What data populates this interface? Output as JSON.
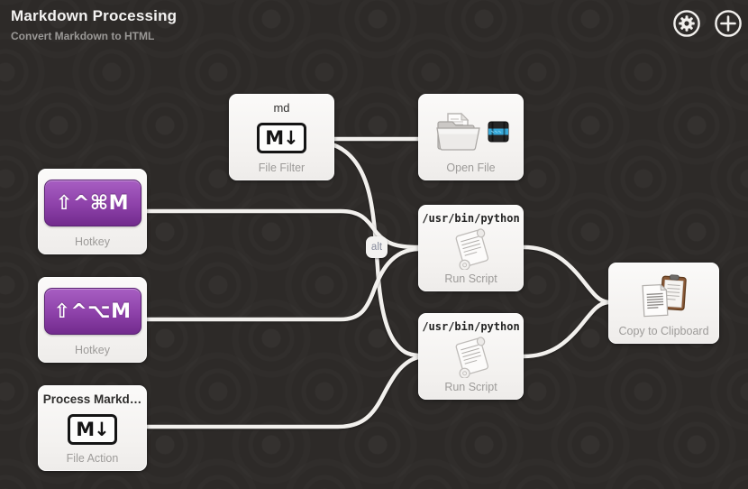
{
  "header": {
    "title": "Markdown Processing",
    "subtitle": "Convert Markdown to HTML"
  },
  "toolbar": {
    "settings_icon": "gear-icon",
    "add_icon": "plus-icon"
  },
  "icons": {
    "markdown_glyph": "M↓"
  },
  "nodes": {
    "file_filter": {
      "top_text": "md",
      "label": "File Filter",
      "icon": "markdown-icon"
    },
    "open_file": {
      "label": "Open File",
      "icon": "folder-icon"
    },
    "hotkey_1": {
      "keys": "⇧^⌘M",
      "label": "Hotkey"
    },
    "run_script_1": {
      "top_text": "/usr/bin/python",
      "label": "Run Script",
      "icon": "scroll-icon"
    },
    "hotkey_2": {
      "keys": "⇧^⌥M",
      "label": "Hotkey"
    },
    "run_script_2": {
      "top_text": "/usr/bin/python",
      "label": "Run Script",
      "icon": "scroll-icon"
    },
    "file_action": {
      "top_text": "Process Markd…",
      "label": "File Action",
      "icon": "markdown-icon"
    },
    "copy_clipboard": {
      "label": "Copy to Clipboard",
      "icon": "clipboard-icon"
    }
  },
  "badges": {
    "alt": "alt"
  },
  "colors": {
    "background": "#2d2a28",
    "node_bg": "#f5f3f1",
    "connection": "#f2f0ed",
    "hotkey_purple": "#8d41a9",
    "app_badge_blue": "#38a8d8",
    "clipboard_brown": "#8a5a38",
    "label_gray": "#9d9b99"
  }
}
